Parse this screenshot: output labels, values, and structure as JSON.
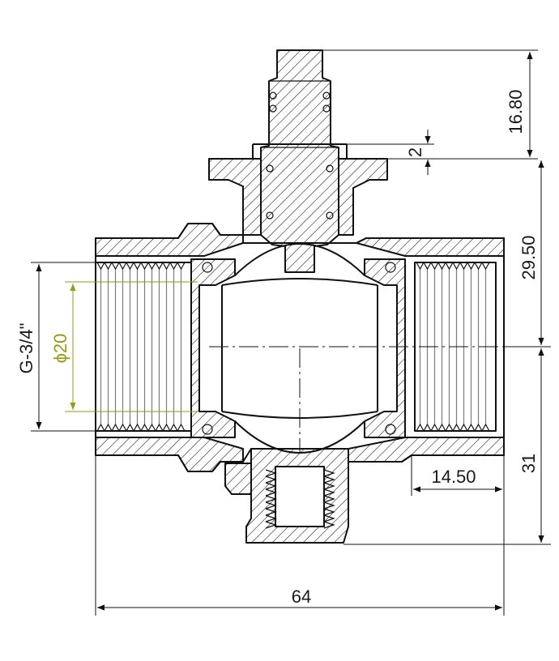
{
  "drawing": {
    "dimensions": {
      "top_height": "16.80",
      "collar": "2",
      "axis_height": "29.50",
      "lower_height": "31",
      "port_length": "14.50",
      "overall_length": "64",
      "thread": "G-3/4\"",
      "bore": "ϕ20"
    },
    "colors": {
      "line": "#111111",
      "accent": "#9a9a10",
      "background": "#ffffff"
    }
  }
}
